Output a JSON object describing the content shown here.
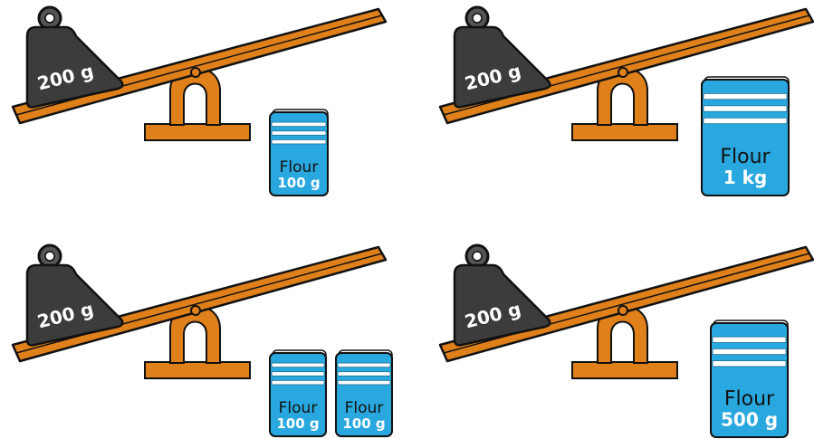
{
  "colors": {
    "beam": "#e0801a",
    "outline": "#111111",
    "weight": "#3c3c3c",
    "bag": "#29a8df",
    "bag_stripe": "#ffffff"
  },
  "icons": [
    "seesaw-icon",
    "weight-icon",
    "flour-bag-icon"
  ],
  "scenes": [
    {
      "weight_label": "200 g",
      "bags": [
        {
          "name": "Flour",
          "amount": "100 g"
        }
      ]
    },
    {
      "weight_label": "200 g",
      "bags": [
        {
          "name": "Flour",
          "amount": "1 kg"
        }
      ]
    },
    {
      "weight_label": "200 g",
      "bags": [
        {
          "name": "Flour",
          "amount": "100 g"
        },
        {
          "name": "Flour",
          "amount": "100 g"
        }
      ]
    },
    {
      "weight_label": "200 g",
      "bags": [
        {
          "name": "Flour",
          "amount": "500 g"
        }
      ]
    }
  ]
}
